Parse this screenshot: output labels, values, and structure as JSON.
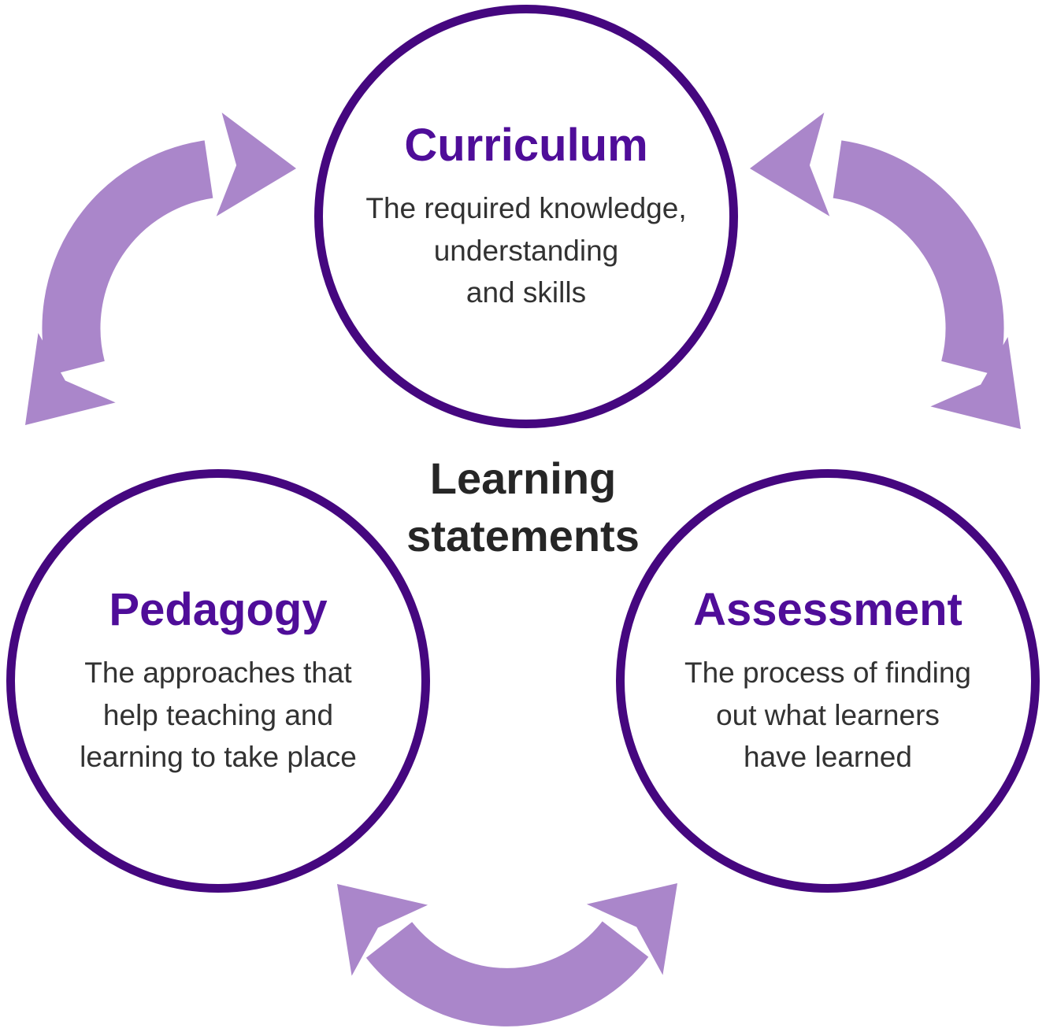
{
  "diagram": {
    "center_label": {
      "lines": [
        "Learning",
        "statements"
      ]
    },
    "nodes": [
      {
        "id": "curriculum",
        "title": "Curriculum",
        "description_lines": [
          "The required knowledge,",
          "understanding",
          "and skills"
        ]
      },
      {
        "id": "pedagogy",
        "title": "Pedagogy",
        "description_lines": [
          "The approaches that",
          "help teaching and",
          "learning to take place"
        ]
      },
      {
        "id": "assessment",
        "title": "Assessment",
        "description_lines": [
          "The process of finding",
          "out what learners",
          "have learned"
        ]
      }
    ],
    "arrows": [
      {
        "id": "pedagogy-curriculum",
        "type": "double-headed curved arrow"
      },
      {
        "id": "curriculum-assessment",
        "type": "double-headed curved arrow"
      },
      {
        "id": "pedagogy-assessment",
        "type": "double-headed curved arrow"
      }
    ],
    "colors": {
      "circle_border": "#45077f",
      "heading_text": "#4f0d99",
      "body_text": "#323232",
      "center_text": "#262626",
      "arrow_fill": "#aa86ca",
      "background": "#ffffff"
    }
  }
}
